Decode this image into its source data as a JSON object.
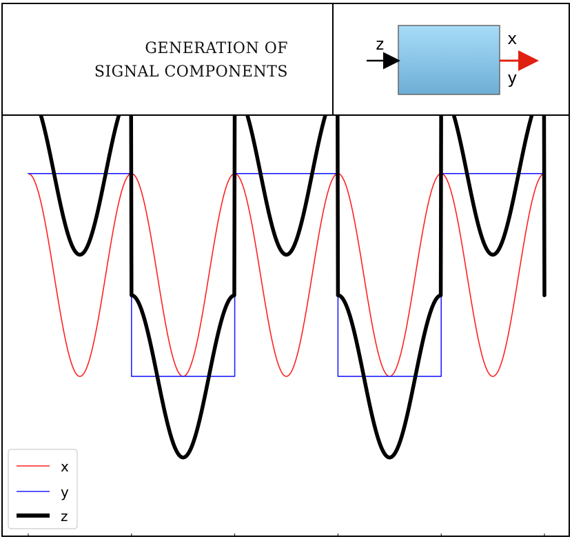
{
  "title_lines": [
    "GENERATION OF",
    "SIGNAL COMPONENTS"
  ],
  "block_diagram": {
    "input_label": "z",
    "output_label_top": "x",
    "output_label_bottom": "y",
    "box_color": "#7fbfe6",
    "input_arrow_color": "#000000",
    "output_arrow_color": "#e02010"
  },
  "chart_data": {
    "type": "line",
    "x_period": 2,
    "xlim": [
      0,
      5
    ],
    "ylim": [
      -2.4,
      1.4
    ],
    "grid": false,
    "legend_position": "bottom-left",
    "series": [
      {
        "name": "x",
        "color": "#ff2020",
        "line_width": "thin",
        "formula": "cos(2*pi*t)",
        "x_range": [
          0,
          5
        ]
      },
      {
        "name": "y",
        "color": "#1f1fff",
        "line_width": "thin",
        "formula": "square: 1 for even half-cycles, -1 for odd half-cycles",
        "x_range": [
          0,
          5
        ]
      },
      {
        "name": "z",
        "color": "#000000",
        "line_width": "thick",
        "formula": "x + y (cos term scaled to amplitude 0.8)",
        "x_range": [
          0,
          5
        ]
      }
    ],
    "legend": [
      "x",
      "y",
      "z"
    ]
  }
}
